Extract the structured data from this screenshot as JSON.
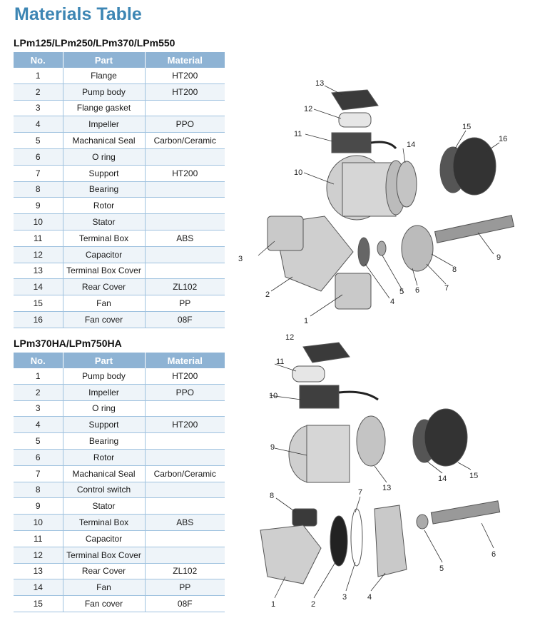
{
  "page_title": "Materials Table",
  "section1": {
    "title": "LPm125/LPm250/LPm370/LPm550",
    "headers": [
      "No.",
      "Part",
      "Material"
    ],
    "rows": [
      [
        "1",
        "Flange",
        "HT200"
      ],
      [
        "2",
        "Pump body",
        "HT200"
      ],
      [
        "3",
        "Flange gasket",
        ""
      ],
      [
        "4",
        "Impeller",
        "PPO"
      ],
      [
        "5",
        "Machanical Seal",
        "Carbon/Ceramic"
      ],
      [
        "6",
        "O ring",
        ""
      ],
      [
        "7",
        "Support",
        "HT200"
      ],
      [
        "8",
        "Bearing",
        ""
      ],
      [
        "9",
        "Rotor",
        ""
      ],
      [
        "10",
        "Stator",
        ""
      ],
      [
        "11",
        "Terminal Box",
        "ABS"
      ],
      [
        "12",
        "Capacitor",
        ""
      ],
      [
        "13",
        "Terminal Box Cover",
        ""
      ],
      [
        "14",
        "Rear Cover",
        "ZL102"
      ],
      [
        "15",
        "Fan",
        "PP"
      ],
      [
        "16",
        "Fan cover",
        "08F"
      ]
    ],
    "callouts": [
      "1",
      "2",
      "3",
      "4",
      "5",
      "6",
      "7",
      "8",
      "9",
      "10",
      "11",
      "12",
      "13",
      "14",
      "15",
      "16"
    ]
  },
  "section2": {
    "title": "LPm370HA/LPm750HA",
    "headers": [
      "No.",
      "Part",
      "Material"
    ],
    "rows": [
      [
        "1",
        "Pump body",
        "HT200"
      ],
      [
        "2",
        "Impeller",
        "PPO"
      ],
      [
        "3",
        "O ring",
        ""
      ],
      [
        "4",
        "Support",
        "HT200"
      ],
      [
        "5",
        "Bearing",
        ""
      ],
      [
        "6",
        "Rotor",
        ""
      ],
      [
        "7",
        "Machanical Seal",
        "Carbon/Ceramic"
      ],
      [
        "8",
        "Control switch",
        ""
      ],
      [
        "9",
        "Stator",
        ""
      ],
      [
        "10",
        "Terminal Box",
        "ABS"
      ],
      [
        "11",
        "Capacitor",
        ""
      ],
      [
        "12",
        "Terminal Box Cover",
        ""
      ],
      [
        "13",
        "Rear Cover",
        "ZL102"
      ],
      [
        "14",
        "Fan",
        "PP"
      ],
      [
        "15",
        "Fan cover",
        "08F"
      ]
    ],
    "callouts": [
      "1",
      "2",
      "3",
      "4",
      "5",
      "6",
      "7",
      "8",
      "9",
      "10",
      "11",
      "12",
      "13",
      "14",
      "15"
    ]
  },
  "colors": {
    "title": "#3d86b4",
    "header_bg": "#8eb3d4",
    "row_line": "#9fc2df",
    "alt_row": "#eef4f9"
  }
}
